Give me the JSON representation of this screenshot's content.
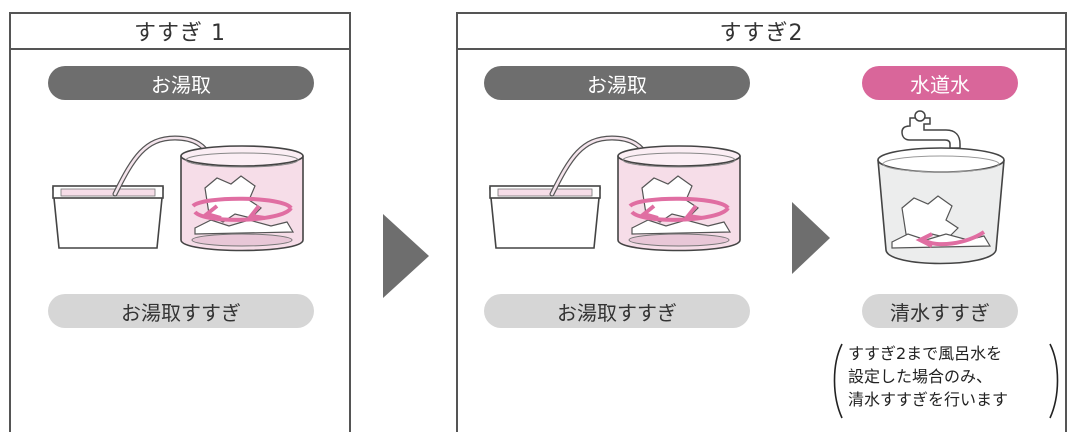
{
  "panel1": {
    "title": "すすぎ 1",
    "source_label": "お湯取",
    "rinse_label": "お湯取すすぎ"
  },
  "panel2": {
    "title": "すすぎ2",
    "source_label": "お湯取",
    "rinse_label": "お湯取すすぎ",
    "tap_label": "水道水",
    "clean_rinse_label": "清水すすぎ",
    "note_lines": [
      "すすぎ2まで風呂水を",
      "設定した場合のみ、",
      "清水すすぎを行います"
    ]
  },
  "colors": {
    "accent_pink": "#d9669a",
    "dark_pill": "#6e6e6e",
    "light_pill": "#d6d6d6",
    "arrow_gray": "#6e6e6e",
    "water_pink": "#f6dde8"
  },
  "icons": [
    "bathtub-icon",
    "washing-tub-icon",
    "faucet-icon",
    "next-step-arrow-icon"
  ]
}
